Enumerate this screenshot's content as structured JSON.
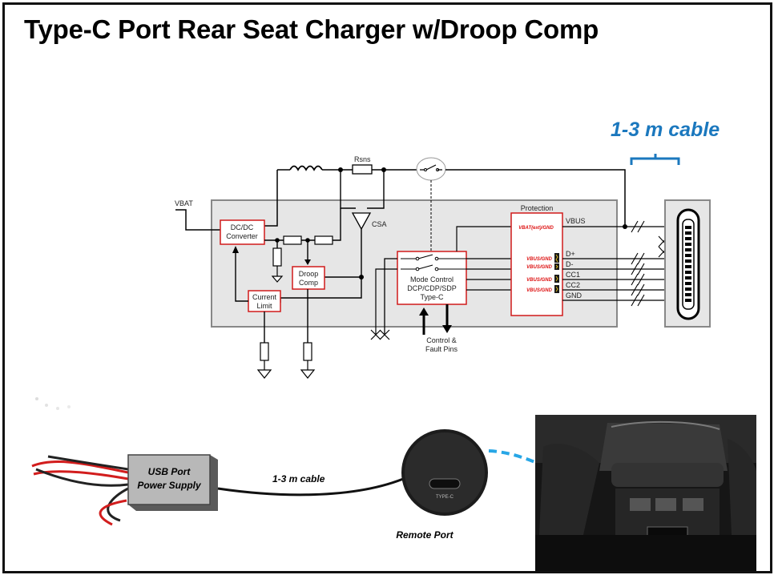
{
  "title": "Type-C Port Rear Seat Charger w/Droop Comp",
  "cable_callout": "1-3 m cable",
  "schematic": {
    "vbat": "VBAT",
    "rsns": "Rsns",
    "csa": "CSA",
    "dcdc_line1": "DC/DC",
    "dcdc_line2": "Converter",
    "droop_line1": "Droop",
    "droop_line2": "Comp",
    "current_line1": "Current",
    "current_line2": "Limit",
    "mode_line1": "Mode Control",
    "mode_line2": "DCP/CDP/SDP",
    "mode_line3": "Type-C",
    "control_line1": "Control &",
    "control_line2": "Fault Pins",
    "protection": "Protection",
    "vbat_gnd_top": "VBAT(ext)/GND",
    "vbus_gnd": "VBUS/GND",
    "pins": [
      "VBUS",
      "D+",
      "D-",
      "CC1",
      "CC2",
      "GND"
    ]
  },
  "bottom": {
    "psu_line1": "USB  Port",
    "psu_line2": "Power Supply",
    "cable_label": "1-3 m cable",
    "port_label": "TYPE-C",
    "remote_port": "Remote Port"
  },
  "colors": {
    "accent_blue": "#1b78be",
    "block_red": "#d11a1a",
    "panel_gray": "#e6e6e6"
  }
}
